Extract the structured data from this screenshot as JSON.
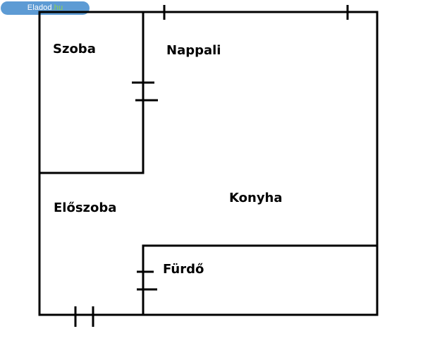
{
  "watermark": {
    "site": "Eladod",
    "tld": ".hu"
  },
  "rooms": {
    "szoba": "Szoba",
    "nappali": "Nappali",
    "eloszoba": "Előszoba",
    "konyha": "Konyha",
    "furdo": "Fürdő"
  },
  "colors": {
    "wall": "#000000",
    "watermark_bg": "#5d9bd4",
    "watermark_tld": "#8fd24b"
  }
}
